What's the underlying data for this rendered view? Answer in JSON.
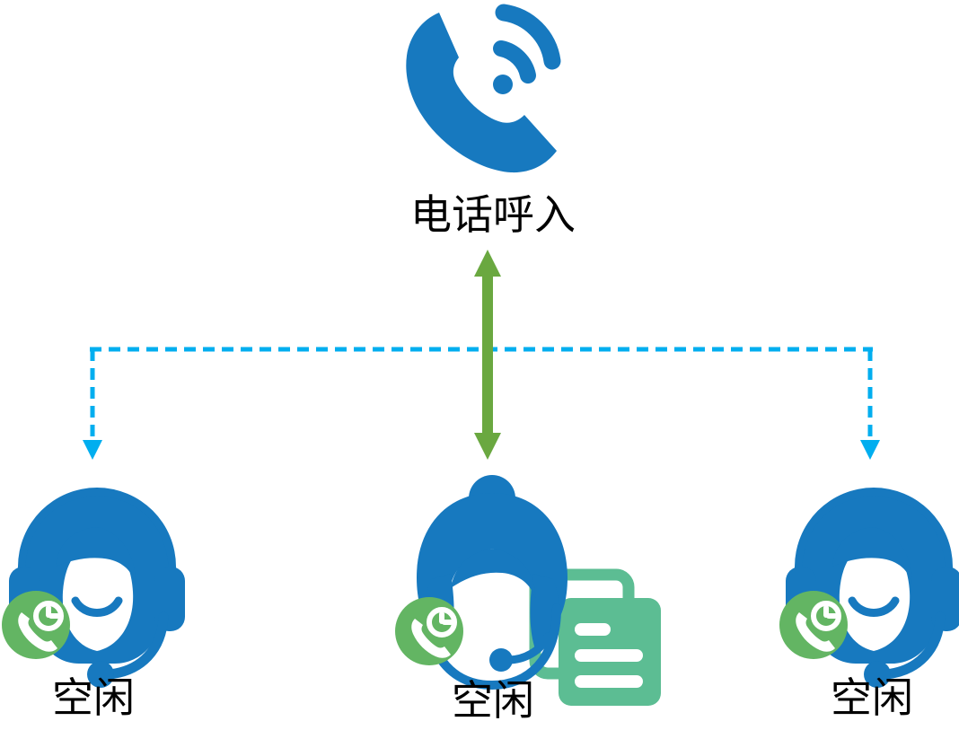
{
  "diagram": {
    "title_node": {
      "label": "电话呼入",
      "icon": "incoming-phone-call-icon",
      "color": "#1779bf"
    },
    "connectors": {
      "active_link": {
        "style": "solid",
        "color": "#6aa840",
        "arrowheads": "both",
        "name": "active-call-connector"
      },
      "standby_link": {
        "style": "dashed",
        "color": "#00aeef",
        "arrowheads": "end",
        "name": "standby-distribution-connector"
      }
    },
    "agents": [
      {
        "id": "agent-left",
        "status_label": "空闲",
        "status_color": "#63b563",
        "badge_icon": "phone-clock-icon",
        "avatar_icon": "headset-agent-icon",
        "avatar_color": "#1779bf",
        "has_record_icon": false
      },
      {
        "id": "agent-center",
        "status_label": "空闲",
        "status_color": "#63b563",
        "badge_icon": "phone-clock-icon",
        "avatar_icon": "headset-agent-bun-icon",
        "avatar_color": "#1779bf",
        "has_record_icon": true,
        "record_icon": "document-records-icon",
        "record_color": "#5cbd93"
      },
      {
        "id": "agent-right",
        "status_label": "空闲",
        "status_color": "#63b563",
        "badge_icon": "phone-clock-icon",
        "avatar_icon": "headset-agent-icon",
        "avatar_color": "#1779bf",
        "has_record_icon": false
      }
    ]
  }
}
